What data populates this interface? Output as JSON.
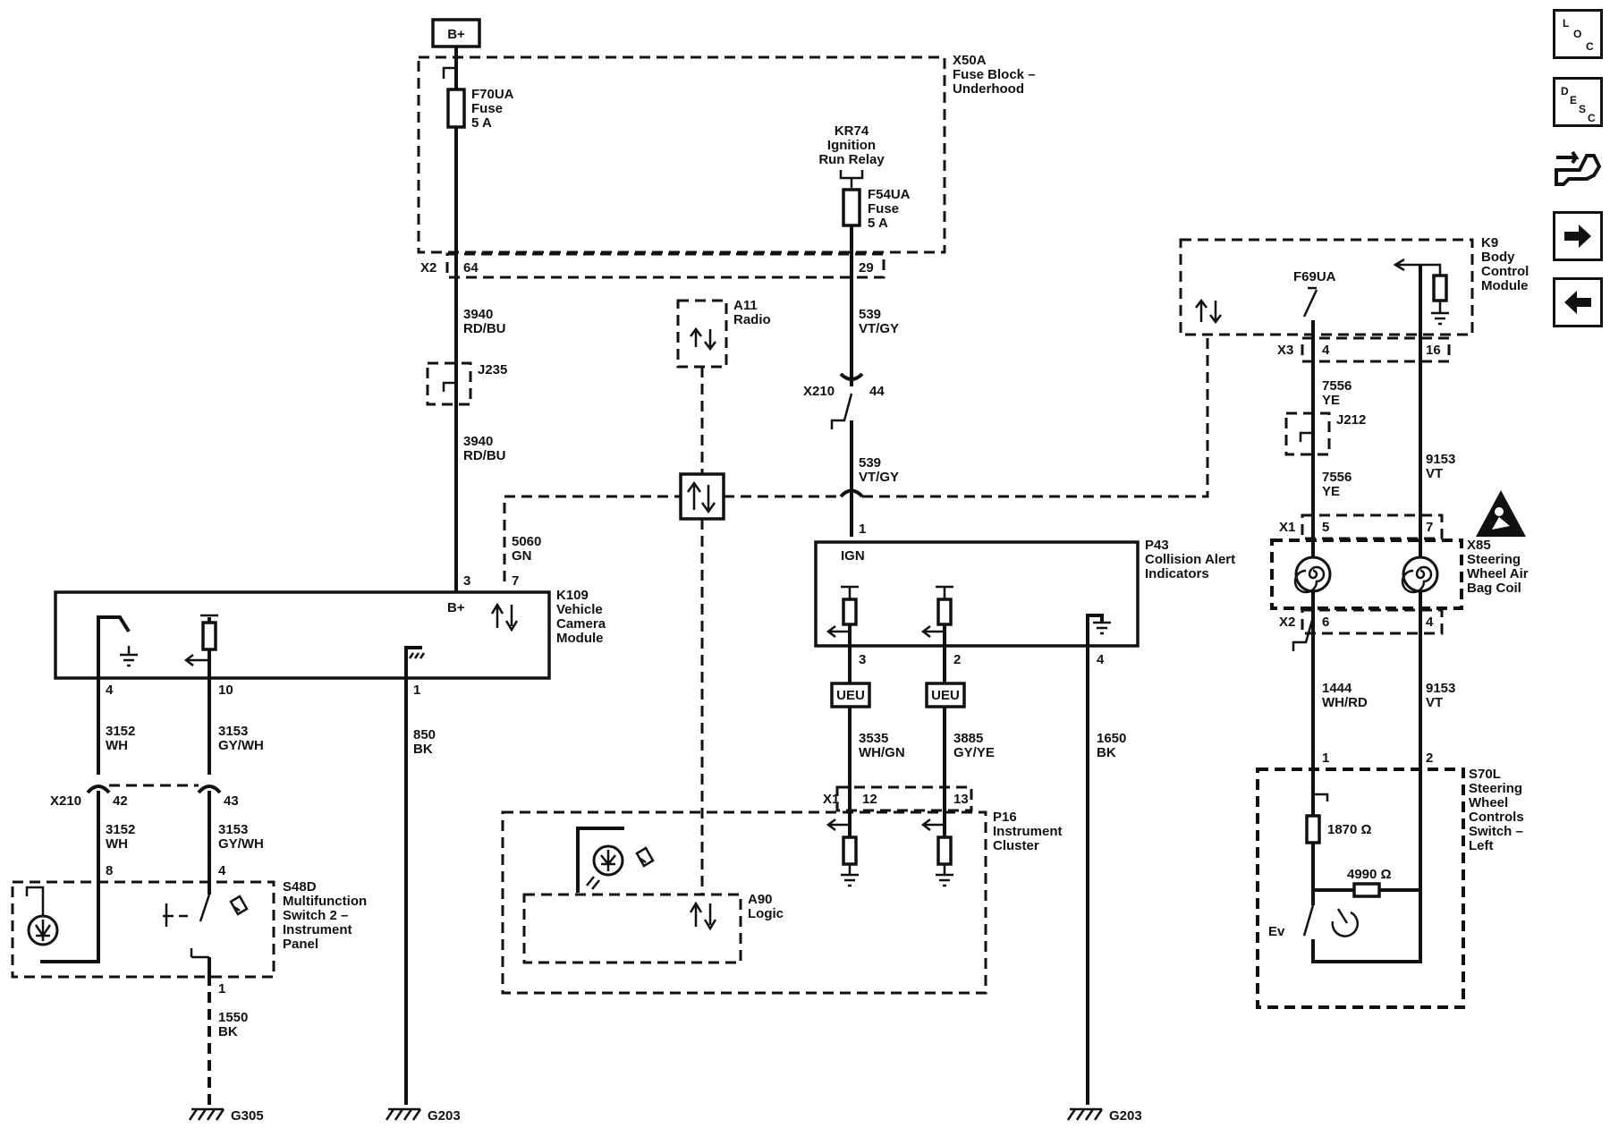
{
  "battery_label": "B+",
  "nav": {
    "loc": [
      "L",
      "O",
      "C"
    ],
    "desc": [
      "D",
      "E",
      "S",
      "C"
    ],
    "next_icon": "arrow-right-icon",
    "prev_icon": "arrow-left-icon",
    "connector_icon": "connector-view-icon"
  },
  "modules": {
    "x50a": {
      "ref": "X50A",
      "name": [
        "Fuse Block –",
        "Underhood"
      ]
    },
    "f70ua": [
      "F70UA",
      "Fuse",
      "5 A"
    ],
    "kr74": [
      "KR74",
      "Ignition",
      "Run Relay"
    ],
    "f54ua": [
      "F54UA",
      "Fuse",
      "5 A"
    ],
    "a11": [
      "A11",
      "Radio"
    ],
    "k109": [
      "K109",
      "Vehicle",
      "Camera",
      "Module"
    ],
    "p43": [
      "P43",
      "Collision Alert",
      "Indicators"
    ],
    "k9": [
      "K9",
      "Body",
      "Control",
      "Module"
    ],
    "f69ua": "F69UA",
    "x85": [
      "X85",
      "Steering",
      "Wheel Air",
      "Bag Coil"
    ],
    "s48d": [
      "S48D",
      "Multifunction",
      "Switch 2 –",
      "Instrument",
      "Panel"
    ],
    "p16": [
      "P16",
      "Instrument",
      "Cluster"
    ],
    "a90": [
      "A90",
      "Logic"
    ],
    "s70l": [
      "S70L",
      "Steering",
      "Wheel",
      "Controls",
      "Switch –",
      "Left"
    ]
  },
  "connectors": {
    "x2": "X2",
    "x2_pin_a": "64",
    "x2_pin_b": "29",
    "j235": "J235",
    "x210_top": "X210",
    "x210_top_pin": "44",
    "x3": "X3",
    "x3_pin_a": "4",
    "x3_pin_b": "16",
    "j212": "J212",
    "x1_right": "X1",
    "x1_right_pin_a": "5",
    "x1_right_pin_b": "7",
    "x2_right": "X2",
    "x2_right_pin_a": "6",
    "x2_right_pin_b": "4",
    "k109_pin_bplus": "3",
    "k109_pin_comm": "7",
    "k109_pin_a": "4",
    "k109_pin_b": "10",
    "k109_pin_c": "1",
    "x210_bottom": "X210",
    "x210_pin_a": "42",
    "x210_pin_b": "43",
    "s48d_pin_a": "8",
    "s48d_pin_b": "4",
    "s48d_pin_c": "1",
    "p43_pin_ign": "1",
    "p43_pin_a": "3",
    "p43_pin_b": "2",
    "p43_pin_c": "4",
    "x1_p16": "X1",
    "x1_p16_pin_a": "12",
    "x1_p16_pin_b": "13",
    "s70l_pin_a": "1",
    "s70l_pin_b": "2"
  },
  "wires": {
    "w3940a": [
      "3940",
      "RD/BU"
    ],
    "w3940b": [
      "3940",
      "RD/BU"
    ],
    "w5060": [
      "5060",
      "GN"
    ],
    "w539a": [
      "539",
      "VT/GY"
    ],
    "w539b": [
      "539",
      "VT/GY"
    ],
    "w7556a": [
      "7556",
      "YE"
    ],
    "w7556b": [
      "7556",
      "YE"
    ],
    "w9153a": [
      "9153",
      "VT"
    ],
    "w9153b": [
      "9153",
      "VT"
    ],
    "w1444": [
      "1444",
      "WH/RD"
    ],
    "w3152a": [
      "3152",
      "WH"
    ],
    "w3152b": [
      "3152",
      "WH"
    ],
    "w3153a": [
      "3153",
      "GY/WH"
    ],
    "w3153b": [
      "3153",
      "GY/WH"
    ],
    "w850": [
      "850",
      "BK"
    ],
    "w1550": [
      "1550",
      "BK"
    ],
    "w3535": [
      "3535",
      "WH/GN"
    ],
    "w3885": [
      "3885",
      "GY/YE"
    ],
    "w1650": [
      "1650",
      "BK"
    ]
  },
  "labels": {
    "ign": "IGN",
    "bplus_pin": "B+",
    "ueu1": "UEU",
    "ueu2": "UEU",
    "r1870": "1870 Ω",
    "r4990": "4990 Ω",
    "ev": "Ev"
  },
  "grounds": {
    "g305": "G305",
    "g203a": "G203",
    "g203b": "G203"
  }
}
